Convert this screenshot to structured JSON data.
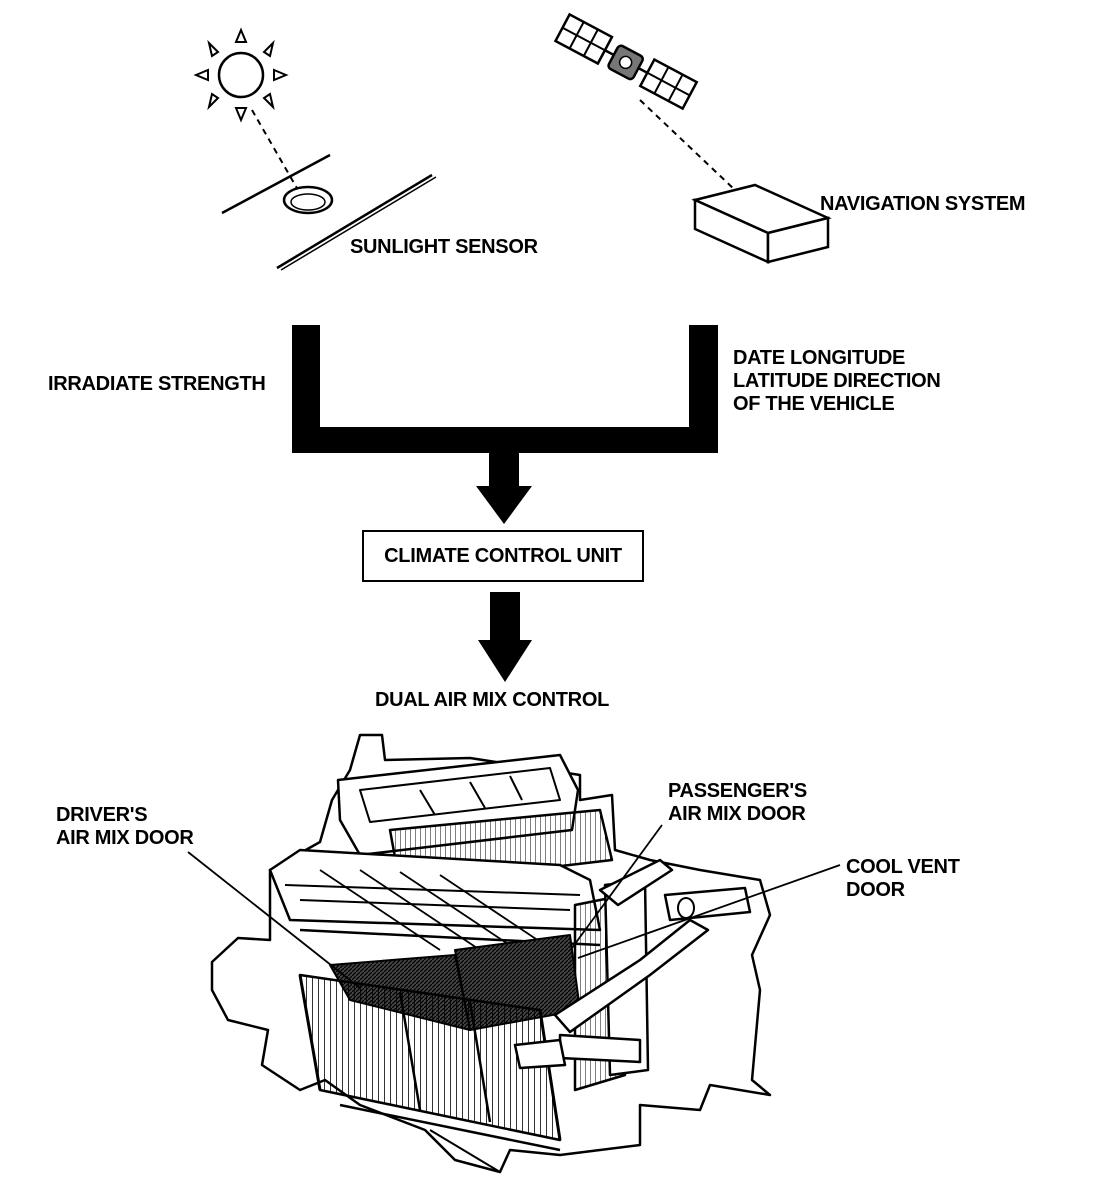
{
  "labels": {
    "sunlight_sensor": "SUNLIGHT SENSOR",
    "navigation_system": "NAVIGATION SYSTEM",
    "irradiate_strength": "IRRADIATE STRENGTH",
    "nav_data_line1": "DATE LONGITUDE",
    "nav_data_line2": "LATITUDE DIRECTION",
    "nav_data_line3": "OF THE VEHICLE",
    "climate_control_unit": "CLIMATE CONTROL UNIT",
    "dual_air_mix_control": "DUAL AIR MIX CONTROL",
    "drivers_door_line1": "DRIVER'S",
    "drivers_door_line2": "AIR MIX DOOR",
    "passengers_door_line1": "PASSENGER'S",
    "passengers_door_line2": "AIR MIX DOOR",
    "cool_vent_line1": "COOL VENT",
    "cool_vent_line2": "DOOR"
  },
  "colors": {
    "ink": "#000000",
    "paper": "#ffffff",
    "shade": "#555555"
  },
  "icons": [
    "sun-icon",
    "satellite-icon",
    "sensor-icon",
    "navigation-unit-icon",
    "hvac-unit-illustration"
  ]
}
